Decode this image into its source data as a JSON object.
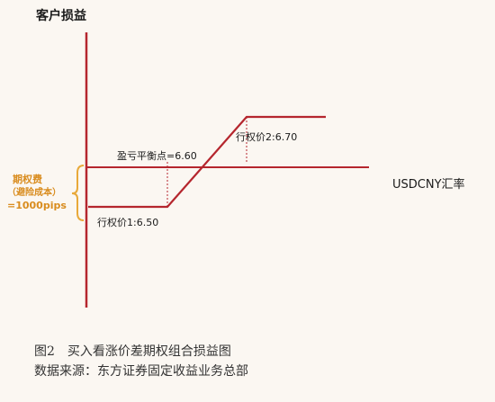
{
  "chart_data": {
    "type": "line",
    "ylabel": "客户损益",
    "xlabel": "USDCNY汇率",
    "series": [
      {
        "points": [
          {
            "x": 6.3,
            "y": -1000
          },
          {
            "x": 6.5,
            "y": -1000
          },
          {
            "x": 6.7,
            "y": 1000
          },
          {
            "x": 6.9,
            "y": 1000
          }
        ]
      }
    ],
    "annotations": {
      "premium_lines": [
        "期权费",
        "（避险成本）",
        "=1000pips"
      ],
      "breakeven": "盈亏平衡点=6.60",
      "strike1": "行权价1:6.50",
      "strike2": "行权价2:6.70"
    },
    "colors": {
      "line": "#b5262e",
      "dashed": "#b5262e",
      "brace": "#e8a93a"
    }
  },
  "caption": {
    "figure": "图2　买入看涨价差期权组合损益图",
    "source": "数据来源：东方证券固定收益业务总部"
  }
}
